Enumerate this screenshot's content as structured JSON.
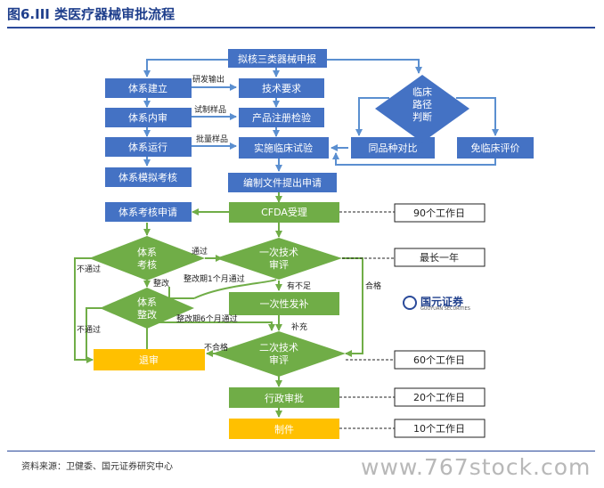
{
  "header": {
    "title": "图6.III 类医疗器械审批流程"
  },
  "nodes": {
    "proposed": "拟核三类器械申报",
    "system_setup": "体系建立",
    "tech_req": "技术要求",
    "internal_audit": "体系内审",
    "reg_inspection": "产品注册检验",
    "system_run": "体系运行",
    "clinical_trial": "实施临床试验",
    "mock_audit": "体系模拟考核",
    "clinical_path": "临床路径判断",
    "same_compare": "同品种对比",
    "exempt_eval": "免临床评价",
    "compile_docs": "编制文件提出申请",
    "audit_apply": "体系考核申请",
    "cfda": "CFDA受理",
    "system_check": "体系考核",
    "first_review": "一次技术审评",
    "system_fix": "体系整改",
    "one_supplement": "一次性发补",
    "reject": "退审",
    "second_review": "二次技术审评",
    "admin_approval": "行政审批",
    "certificate": "制件"
  },
  "edge_labels": {
    "develop_output": "研发输出",
    "trial_sample": "试制样品",
    "batch_sample": "批量样品",
    "pass1": "通过",
    "not_pass1": "不通过",
    "rectify": "整改",
    "rectify_1m_pass": "整改期1个月通过",
    "insufficient": "有不足",
    "qualified": "合格",
    "not_pass2": "不通过",
    "rectify_6m_pass": "整改期6个月通过",
    "supplement": "补充",
    "unqualified": "不合格"
  },
  "timings": {
    "t90": "90个工作日",
    "t1y": "最长一年",
    "t60": "60个工作日",
    "t20": "20个工作日",
    "t10": "10个工作日"
  },
  "logo": {
    "name": "国元证券",
    "sub": "GUOYUAN SECURITIES"
  },
  "footer": {
    "source": "资料来源：卫健委、国元证券研究中心",
    "watermark": "www.767stock.com"
  },
  "colors": {
    "blue": "#4472c4",
    "green": "#70ad47",
    "gold": "#ffc000",
    "arrow": "#5b8fd0",
    "dashed": "#222222"
  }
}
